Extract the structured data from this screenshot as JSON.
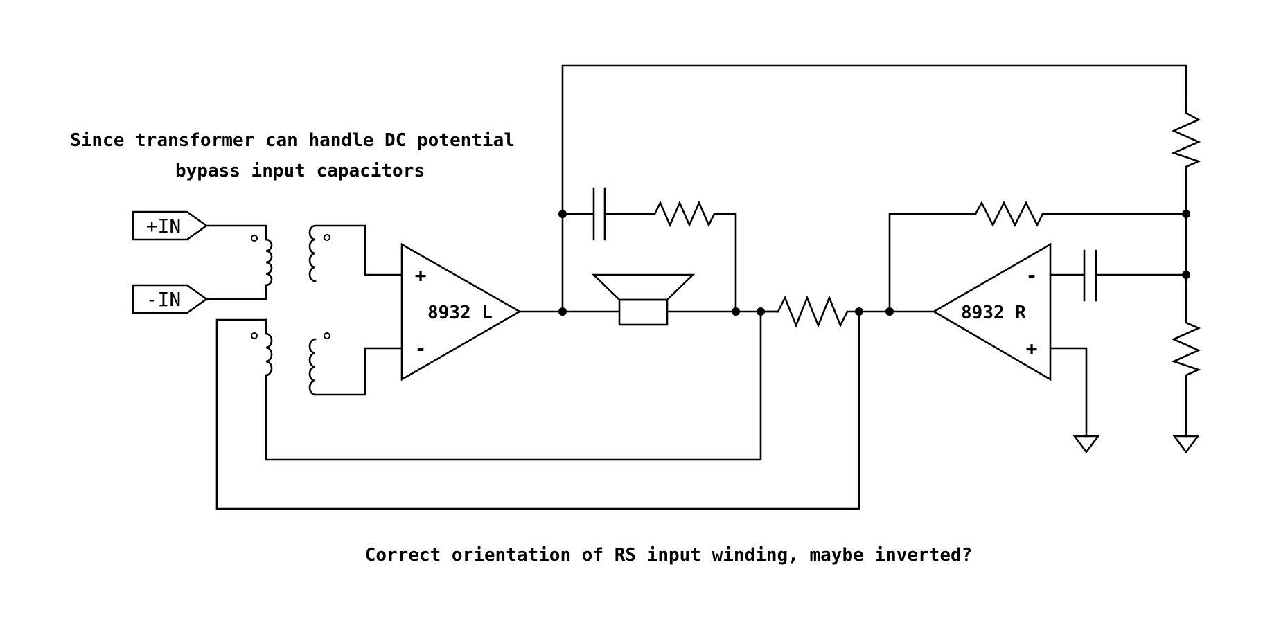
{
  "notes": {
    "top_line1": "Since transformer can handle DC potential",
    "top_line2": "bypass input capacitors",
    "bottom": "Correct orientation of RS input winding, maybe inverted?"
  },
  "ports": {
    "plus_in": "+IN",
    "minus_in": "-IN"
  },
  "amplifiers": {
    "left": {
      "label": "8932 L",
      "plus": "+",
      "minus": "-"
    },
    "right": {
      "label": "8932 R",
      "plus": "+",
      "minus": "-"
    }
  }
}
